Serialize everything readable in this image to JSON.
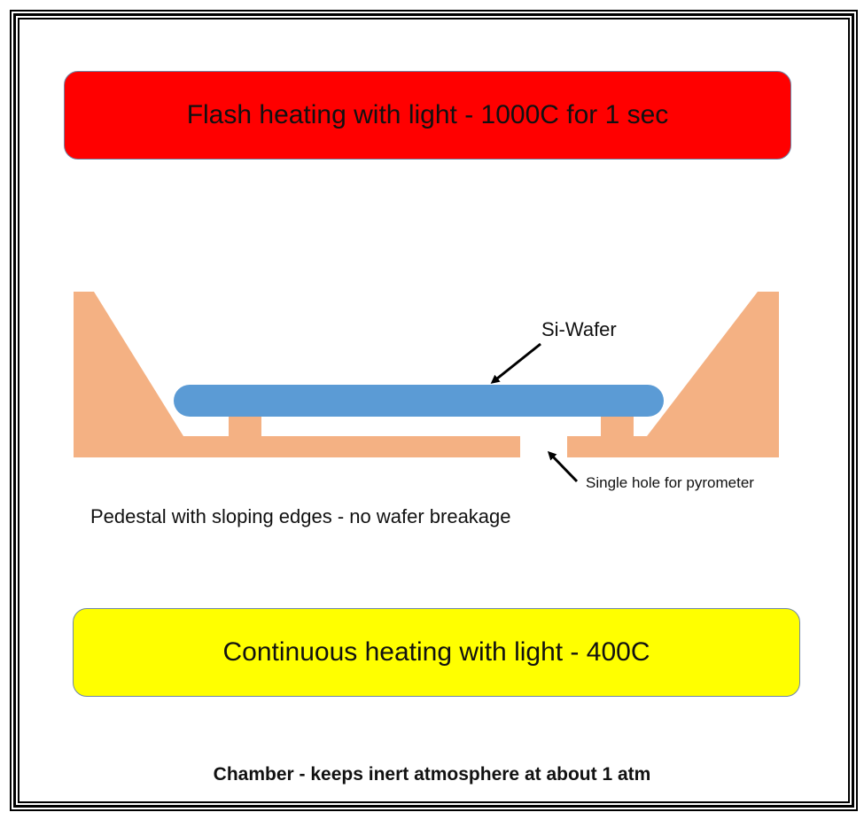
{
  "colors": {
    "flash_heater": "#ff0000",
    "continuous_heater": "#ffff00",
    "pedestal": "#f4b183",
    "wafer": "#5b9bd5",
    "heater_border": "#6f86a6",
    "arrow": "#000000"
  },
  "flash_heater": {
    "label": "Flash heating with light - 1000C for 1 sec"
  },
  "wafer": {
    "label": "Si-Wafer"
  },
  "pyrometer_hole": {
    "label": "Single hole for pyrometer"
  },
  "pedestal": {
    "label": "Pedestal with sloping edges - no wafer breakage"
  },
  "continuous_heater": {
    "label": "Continuous heating with light - 400C"
  },
  "chamber": {
    "label": "Chamber - keeps inert atmosphere at about 1 atm"
  }
}
